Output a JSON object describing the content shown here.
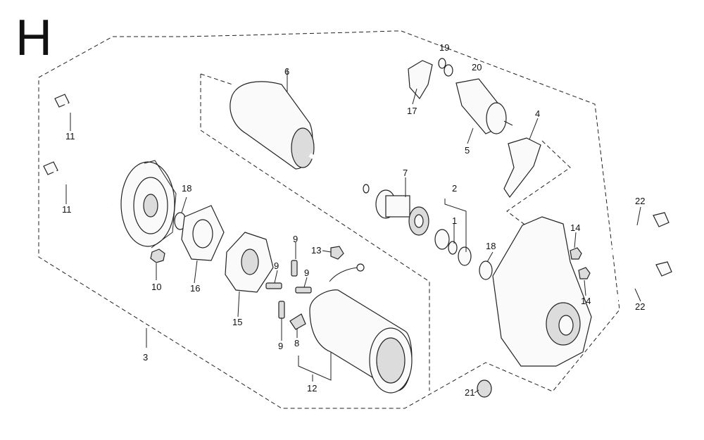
{
  "page_letter": "H",
  "callouts": {
    "c1": "1",
    "c2": "2",
    "c3": "3",
    "c4": "4",
    "c5": "5",
    "c6": "6",
    "c7": "7",
    "c8": "8",
    "c9a": "9",
    "c9b": "9",
    "c9c": "9",
    "c9d": "9",
    "c10": "10",
    "c11a": "11",
    "c11b": "11",
    "c12": "12",
    "c13": "13",
    "c14a": "14",
    "c14b": "14",
    "c15": "15",
    "c16": "16",
    "c17": "17",
    "c18a": "18",
    "c18b": "18",
    "c19": "19",
    "c20": "20",
    "c21": "21",
    "c22a": "22",
    "c22b": "22"
  }
}
